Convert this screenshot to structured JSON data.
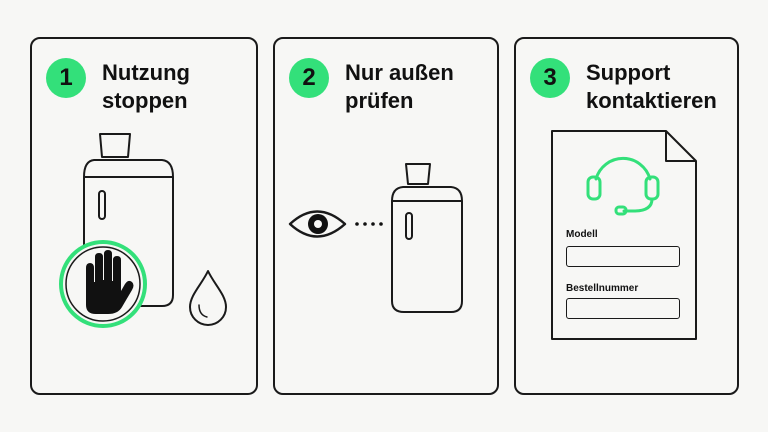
{
  "steps": [
    {
      "number": "1",
      "title_line1": "Nutzung",
      "title_line2": "stoppen",
      "icons": [
        "device-icon",
        "stop-hand-icon",
        "droplet-icon"
      ]
    },
    {
      "number": "2",
      "title_line1": "Nur außen",
      "title_line2": "prüfen",
      "icons": [
        "eye-icon",
        "device-icon"
      ]
    },
    {
      "number": "3",
      "title_line1": "Support",
      "title_line2": "kontaktieren",
      "icons": [
        "document-icon",
        "headset-icon"
      ],
      "form": {
        "field1_label": "Modell",
        "field2_label": "Bestellnummer"
      }
    }
  ],
  "colors": {
    "accent": "#33e07a",
    "stroke": "#1a1a1a",
    "background": "#f7f7f5"
  }
}
